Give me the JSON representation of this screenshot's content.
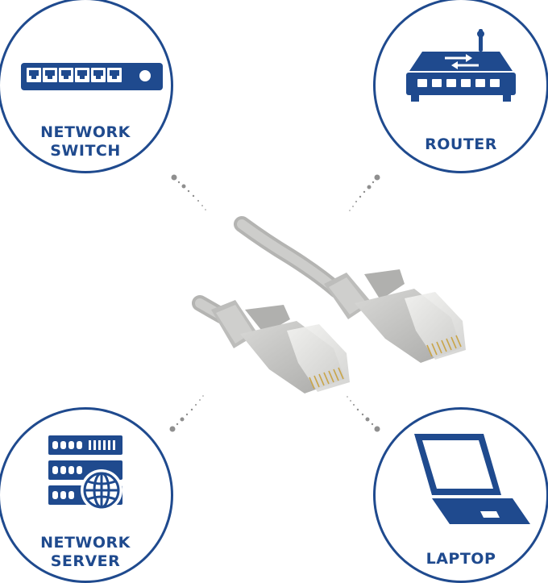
{
  "colors": {
    "brand": "#1f4a8e",
    "connector": "#8f8f8f",
    "cable": "#c8c8c6",
    "background": "#ffffff"
  },
  "nodes": {
    "switch": {
      "label": "NETWORK\nSWITCH",
      "icon": "network-switch-icon"
    },
    "router": {
      "label": "ROUTER",
      "icon": "router-icon"
    },
    "server": {
      "label": "NETWORK\nSERVER",
      "icon": "network-server-icon"
    },
    "laptop": {
      "label": "LAPTOP",
      "icon": "laptop-icon"
    }
  },
  "center": {
    "icon": "ethernet-cable-icon"
  }
}
